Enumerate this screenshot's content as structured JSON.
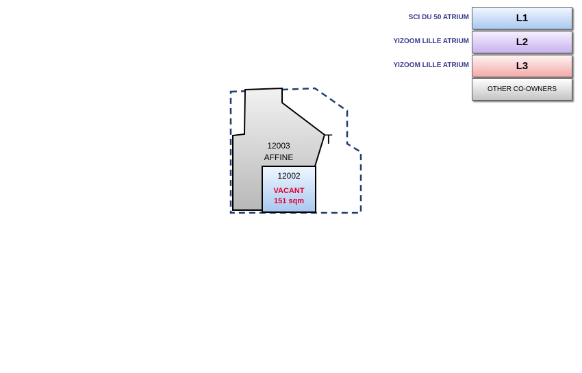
{
  "legend": [
    {
      "owner": "SCI DU 50 ATRIUM",
      "code": "L1",
      "color_top": "#f2f7ff",
      "color_bottom": "#a9c9f0"
    },
    {
      "owner": "YIZOOM LILLE  ATRIUM",
      "code": "L2",
      "color_top": "#f6f0ff",
      "color_bottom": "#c8b2ee"
    },
    {
      "owner": "YIZOOM LILLE  ATRIUM",
      "code": "L3",
      "color_top": "#fff3f3",
      "color_bottom": "#f2aaa8"
    },
    {
      "owner": "",
      "code": "OTHER CO-OWNERS",
      "color_top": "#ffffff",
      "color_bottom": "#c4c4c4"
    }
  ],
  "lots": [
    {
      "number": "12003",
      "tenant": "AFFINE",
      "area": "",
      "fill": "#d6d6d6"
    },
    {
      "number": "12002",
      "tenant": "VACANT",
      "area": "151 sqm",
      "fill": "#c9def6",
      "status_color": "#e0002a"
    }
  ],
  "stray_label": "T",
  "outline_color": "#1f3f6f"
}
